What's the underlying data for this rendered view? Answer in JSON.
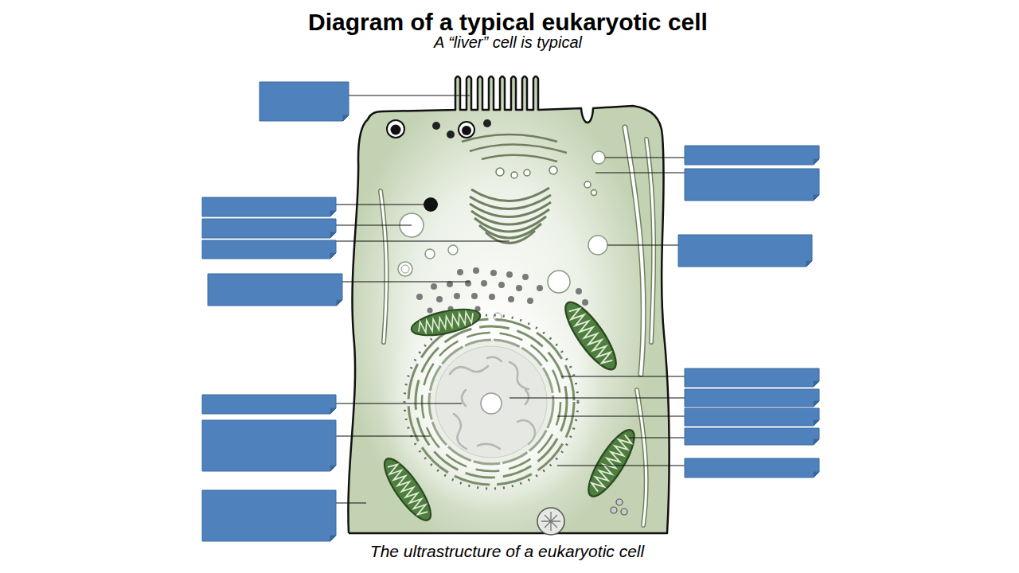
{
  "diagram": {
    "title": "Diagram of a typical eukaryotic cell",
    "caption": "The ultrastructure of a eukaryotic cell",
    "labels": [
      "A “liver” cell is typical"
    ]
  }
}
